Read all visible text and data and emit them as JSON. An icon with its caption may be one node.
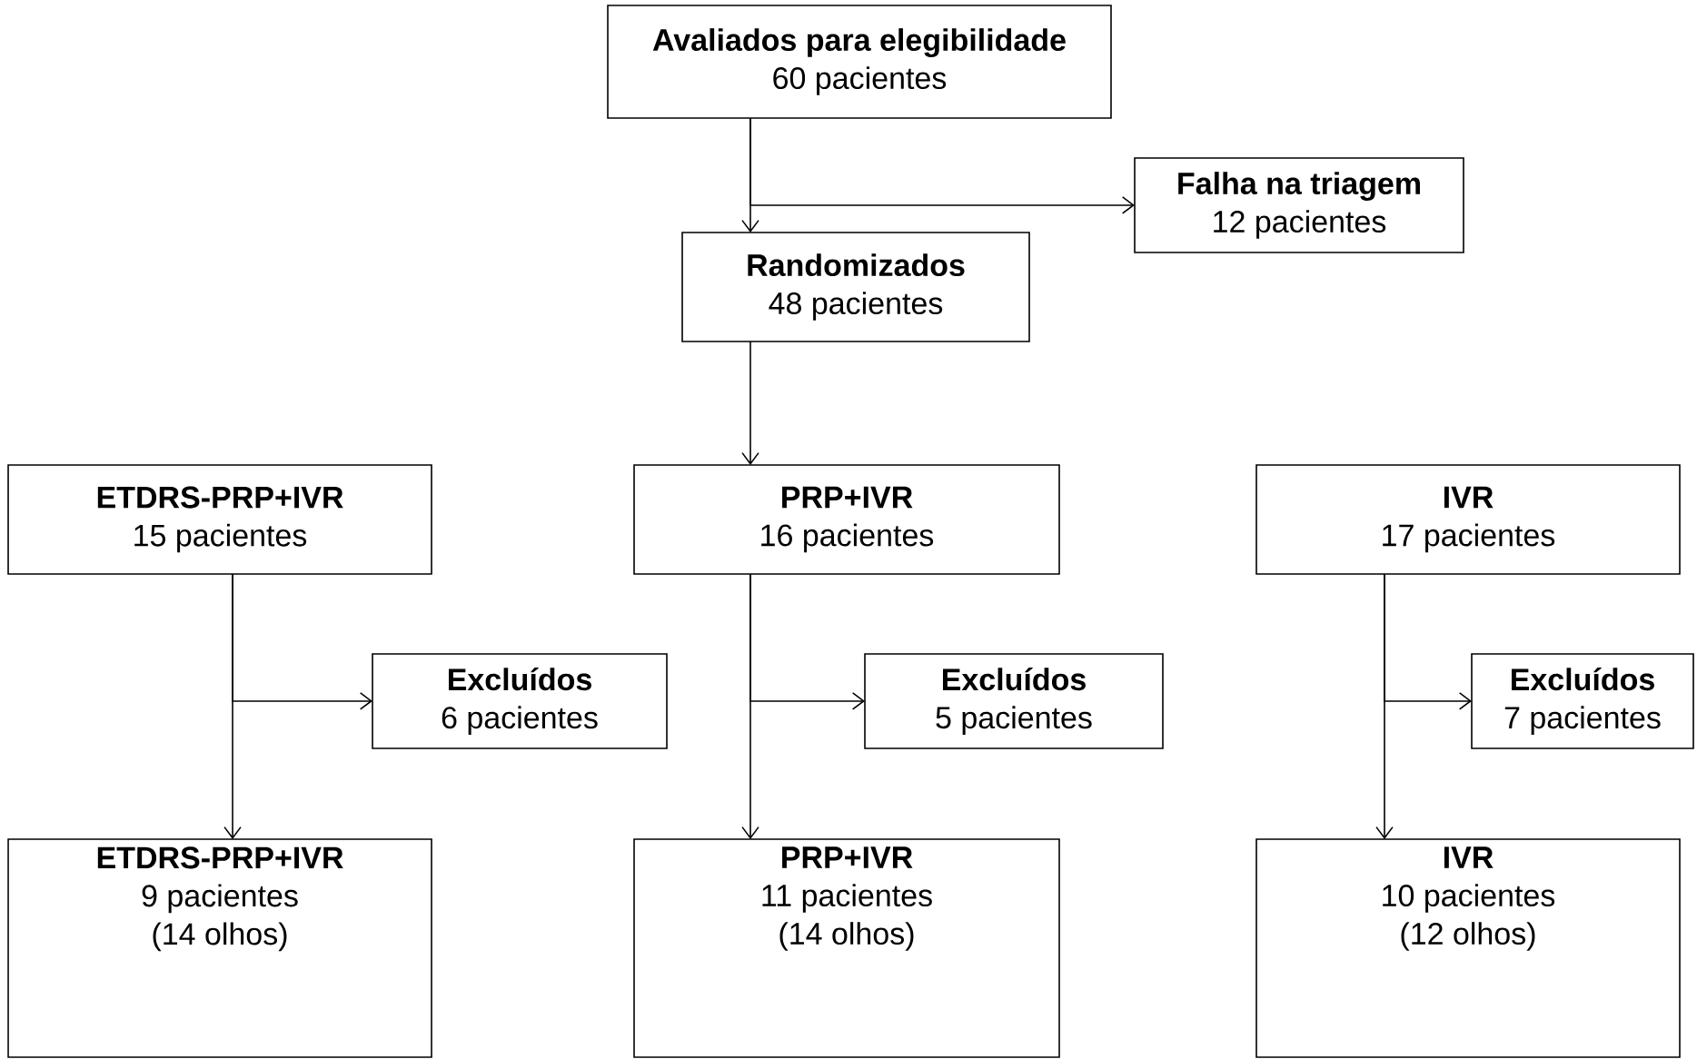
{
  "diagram": {
    "nodes": [
      {
        "text": [
          "Avaliados para elegibilidade",
          "60 pacientes"
        ]
      },
      {
        "text": [
          "Falha na triagem",
          "12 pacientes"
        ]
      },
      {
        "text": [
          "Randomizados",
          "48 pacientes"
        ]
      },
      {
        "text": [
          "ETDRS-PRP+IVR",
          "15 pacientes"
        ]
      },
      {
        "text": [
          "PRP+IVR",
          "16 pacientes"
        ]
      },
      {
        "text": [
          "IVR",
          "17 pacientes"
        ]
      },
      {
        "text": [
          "Excluídos",
          "6 pacientes"
        ]
      },
      {
        "text": [
          "Excluídos",
          "5 pacientes"
        ]
      },
      {
        "text": [
          "Excluídos",
          "7 pacientes"
        ]
      },
      {
        "text": [
          "ETDRS-PRP+IVR",
          "9 pacientes",
          "(14 olhos)"
        ]
      },
      {
        "text": [
          "PRP+IVR",
          "11 pacientes",
          "(14 olhos)"
        ]
      },
      {
        "text": [
          "IVR",
          "10 pacientes",
          "(12 olhos)"
        ]
      }
    ],
    "edges": [
      {
        "from": 0,
        "to": 2,
        "arrow": "to"
      },
      {
        "from": 0,
        "to": 1,
        "arrow": "to"
      },
      {
        "from": 2,
        "to": 4,
        "arrow": "to"
      },
      {
        "from": 3,
        "to": 9,
        "arrow": "to"
      },
      {
        "from": 3,
        "to": 6,
        "arrow": "to"
      },
      {
        "from": 4,
        "to": 10,
        "arrow": "to"
      },
      {
        "from": 4,
        "to": 7,
        "arrow": "to"
      },
      {
        "from": 5,
        "to": 11,
        "arrow": "to"
      },
      {
        "from": 5,
        "to": 8,
        "arrow": "to"
      }
    ]
  }
}
